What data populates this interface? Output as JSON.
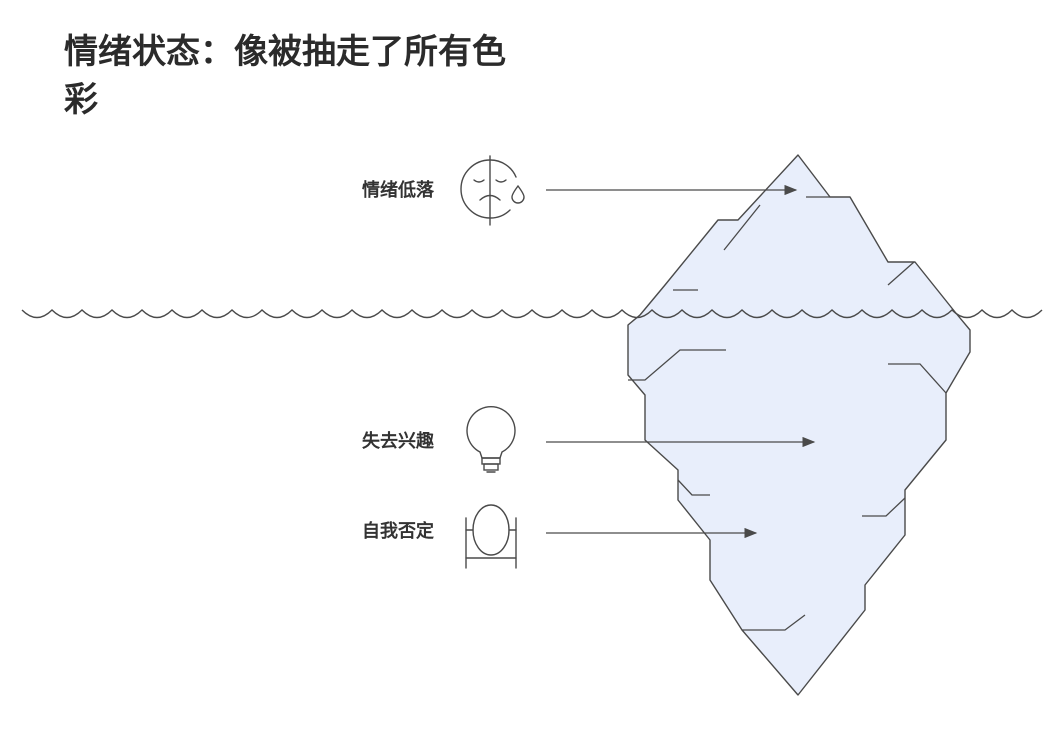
{
  "title": "情绪状态：像被抽走了所有色彩",
  "items": [
    {
      "label": "情绪低落",
      "icon": "sad-face-icon"
    },
    {
      "label": "失去兴趣",
      "icon": "lightbulb-icon"
    },
    {
      "label": "自我否定",
      "icon": "mirror-icon"
    }
  ],
  "colors": {
    "stroke": "#4a4a4a",
    "ice_fill": "#e8eefb",
    "text": "#333333"
  }
}
